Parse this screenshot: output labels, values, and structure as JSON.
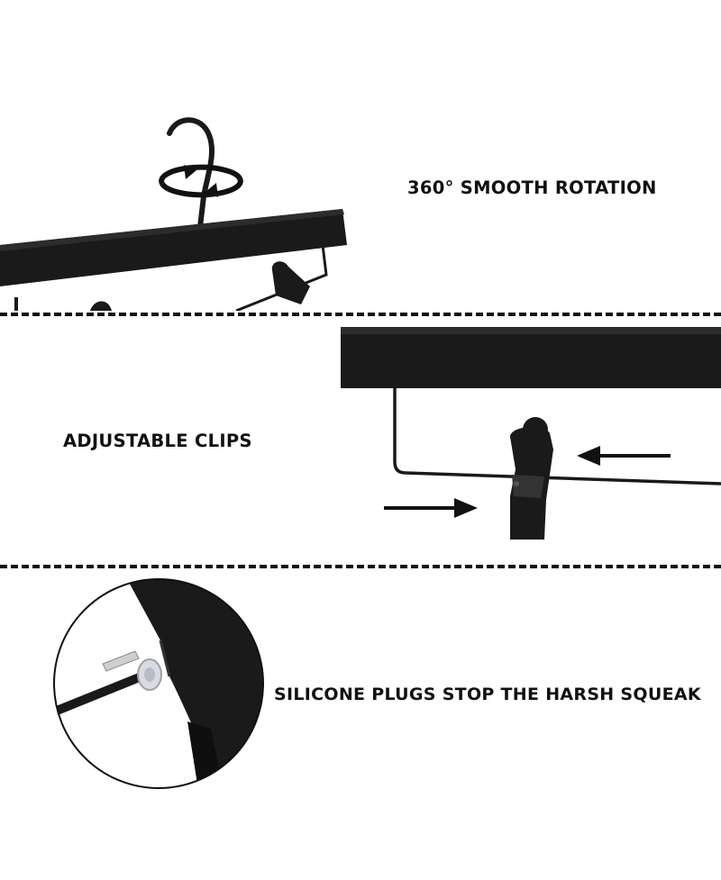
{
  "sections": [
    {
      "id": "rotation",
      "caption": "360° SMOOTH ROTATION",
      "illustration": "hanger-hook-rotation"
    },
    {
      "id": "clips",
      "caption": "ADJUSTABLE CLIPS",
      "illustration": "hanger-adjustable-clip"
    },
    {
      "id": "plugs",
      "caption": "SILICONE PLUGS STOP THE HARSH SQUEAK",
      "illustration": "silicone-plug-closeup"
    }
  ],
  "colors": {
    "ink": "#111111",
    "hanger": "#1a1a1a",
    "background": "#ffffff"
  },
  "icons": [
    "rotation-arrows-icon",
    "arrow-left-icon",
    "arrow-right-icon"
  ]
}
